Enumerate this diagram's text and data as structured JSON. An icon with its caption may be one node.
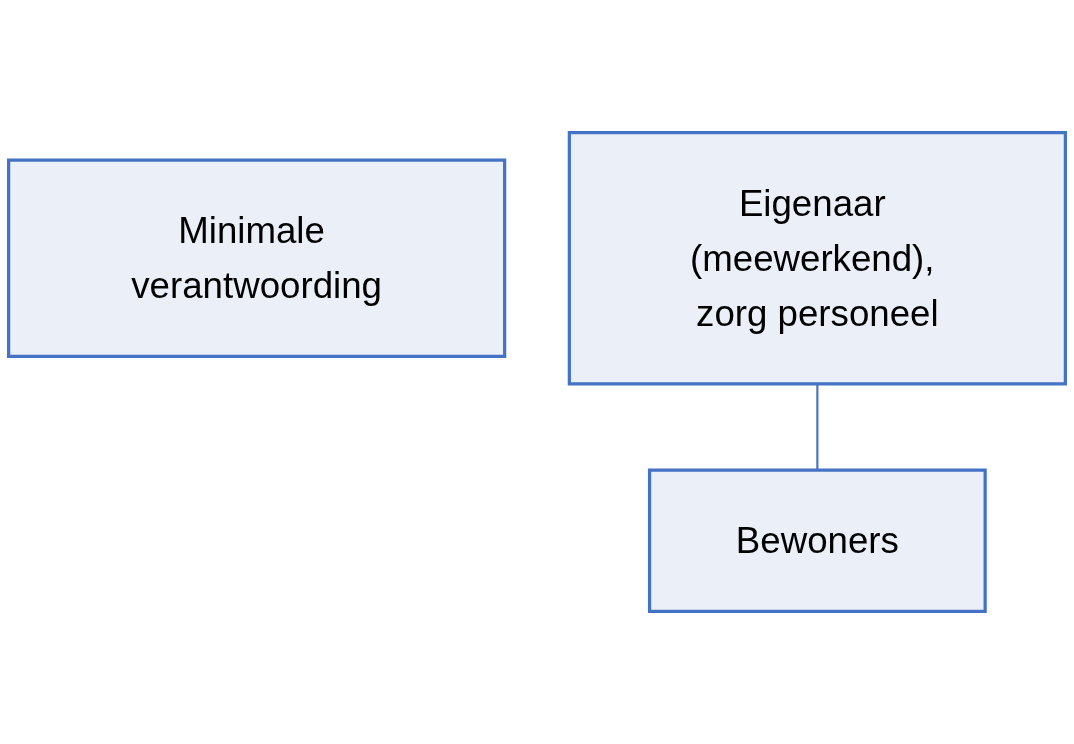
{
  "diagram": {
    "nodes": [
      {
        "text": [
          "Minimale verantwoording"
        ]
      },
      {
        "text": [
          "Eigenaar (meewerkend), zorg personeel"
        ]
      },
      {
        "text": [
          "Bewoners"
        ]
      }
    ],
    "edges": [
      {
        "from": 1,
        "to": 2,
        "arrow": "none"
      }
    ]
  }
}
